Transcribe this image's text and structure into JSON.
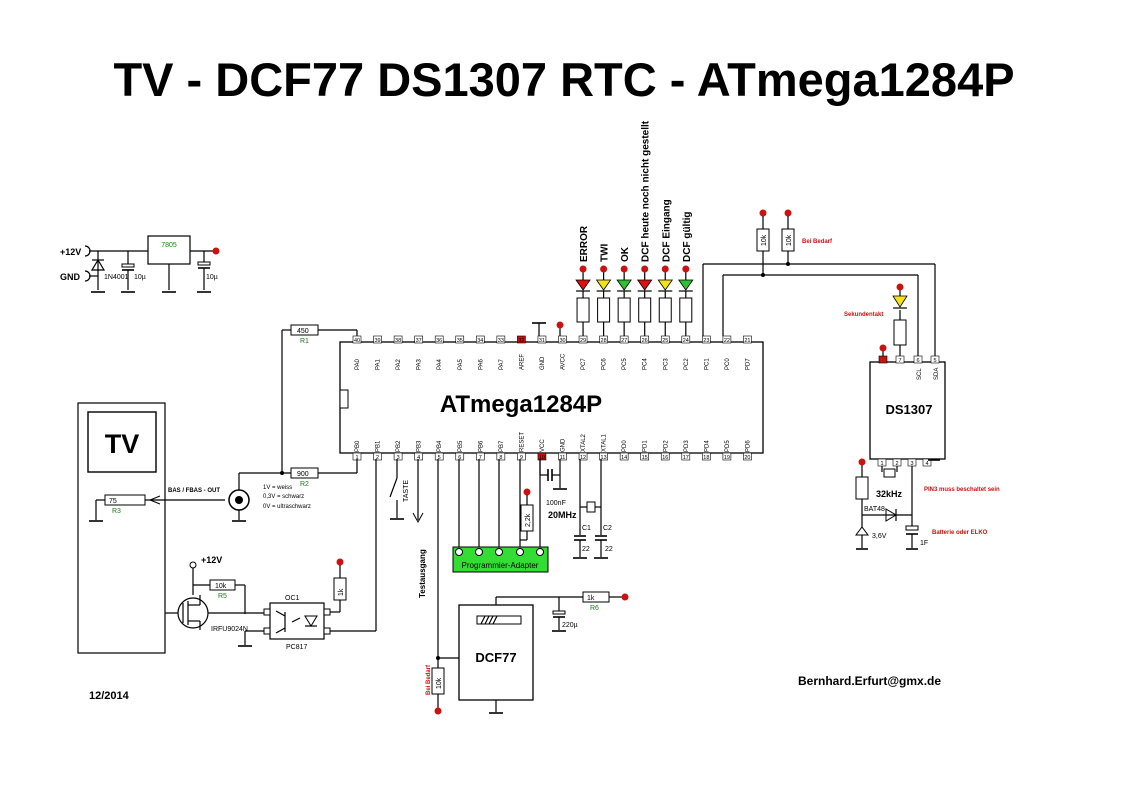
{
  "title": "TV - DCF77 DS1307 RTC - ATmega1284P",
  "colors": {
    "led_red": "#e01010",
    "led_yellow": "#f2e21a",
    "led_green": "#2fc02f",
    "adapter_fill": "#33dd33",
    "pad_red": "#cc1111",
    "note_red": "#d01010",
    "part_green": "#1a7a1a"
  },
  "power": {
    "plus12v": "+12V",
    "gnd": "GND",
    "diode": "1N4001",
    "regulator": "7805",
    "cap1": "10µ",
    "cap2": "10µ"
  },
  "mcu": {
    "name": "ATmega1284P",
    "top_pins": [
      {
        "label": "PA0",
        "num": "40"
      },
      {
        "label": "PA1",
        "num": "39"
      },
      {
        "label": "PA2",
        "num": "38"
      },
      {
        "label": "PA3",
        "num": "37"
      },
      {
        "label": "PA4",
        "num": "36"
      },
      {
        "label": "PA5",
        "num": "35"
      },
      {
        "label": "PA6",
        "num": "34"
      },
      {
        "label": "PA7",
        "num": "33"
      },
      {
        "label": "AREF",
        "num": "32"
      },
      {
        "label": "GND",
        "num": "31"
      },
      {
        "label": "AVCC",
        "num": "30"
      },
      {
        "label": "PC7",
        "num": "29"
      },
      {
        "label": "PC6",
        "num": "28"
      },
      {
        "label": "PC5",
        "num": "27"
      },
      {
        "label": "PC4",
        "num": "26"
      },
      {
        "label": "PC3",
        "num": "25"
      },
      {
        "label": "PC2",
        "num": "24"
      },
      {
        "label": "PC1",
        "num": "23"
      },
      {
        "label": "PC0",
        "num": "22"
      },
      {
        "label": "PD7",
        "num": "21"
      }
    ],
    "bottom_pins": [
      {
        "label": "PB0",
        "num": "1"
      },
      {
        "label": "PB1",
        "num": "2"
      },
      {
        "label": "PB2",
        "num": "3"
      },
      {
        "label": "PB3",
        "num": "4"
      },
      {
        "label": "PB4",
        "num": "5"
      },
      {
        "label": "PB5",
        "num": "6"
      },
      {
        "label": "PB6",
        "num": "7"
      },
      {
        "label": "PB7",
        "num": "8"
      },
      {
        "label": "RESET",
        "num": "9"
      },
      {
        "label": "VCC",
        "num": "10"
      },
      {
        "label": "GND",
        "num": "11"
      },
      {
        "label": "XTAL2",
        "num": "12"
      },
      {
        "label": "XTAL1",
        "num": "13"
      },
      {
        "label": "PD0",
        "num": "14"
      },
      {
        "label": "PD1",
        "num": "15"
      },
      {
        "label": "PD2",
        "num": "16"
      },
      {
        "label": "PD3",
        "num": "17"
      },
      {
        "label": "PD4",
        "num": "18"
      },
      {
        "label": "PD5",
        "num": "19"
      },
      {
        "label": "PD6",
        "num": "20"
      }
    ]
  },
  "leds": [
    {
      "label": "ERROR",
      "color": "red"
    },
    {
      "label": "TWI",
      "color": "yellow"
    },
    {
      "label": "OK",
      "color": "green"
    },
    {
      "label": "DCF heute noch nicht gestellt",
      "color": "red"
    },
    {
      "label": "DCF Eingang",
      "color": "yellow"
    },
    {
      "label": "DCF gültig",
      "color": "green"
    }
  ],
  "pullups": {
    "r1": "10k",
    "r2": "10k",
    "note": "Bei Bedarf"
  },
  "rtc": {
    "name": "DS1307",
    "scl": "SCL",
    "sda": "SDA",
    "sekundentakt": "Sekundentakt",
    "crystal": "32kHz",
    "diode": "BAT48",
    "battery": "3,6V",
    "cap": "1F",
    "note_pin3": "PIN3 muss beschaltet sein",
    "note_battery": "Batterie oder ELKO",
    "pins_top": [
      "7",
      "6",
      "5"
    ],
    "pins_bottom": [
      "1",
      "2",
      "3",
      "4"
    ]
  },
  "tv": {
    "name": "TV",
    "r_top": {
      "value": "450",
      "ref": "R1"
    },
    "r_bottom": {
      "value": "900",
      "ref": "R2"
    },
    "r_tv": {
      "value": "75",
      "ref": "R3"
    },
    "signal_label": "BAS / FBAS - OUT",
    "levels": [
      "1V = weiss",
      "0,3V = schwarz",
      "0V = ultraschwarz"
    ]
  },
  "switch": {
    "plus12v": "+12V",
    "r5": {
      "value": "10k",
      "ref": "R5"
    },
    "mosfet": "IRFU9024N",
    "opto": "OC1",
    "opto_type": "PC817",
    "r_led": "1k"
  },
  "misc": {
    "taste": "TASTE",
    "testausgang": "Testausgang",
    "reset_r": "2,2k",
    "cap_100n": "100nF",
    "crystal": "20MHz",
    "c1": "C1",
    "c2": "C2",
    "c1v": "22",
    "c2v": "22",
    "adapter": "Programmier-Adapter"
  },
  "dcf": {
    "name": "DCF77",
    "r6": {
      "value": "1k",
      "ref": "R6"
    },
    "cap": "220µ",
    "r_pull": "10k",
    "note": "Bei Bedarf"
  },
  "footer": {
    "date": "12/2014",
    "email": "Bernhard.Erfurt@gmx.de"
  }
}
